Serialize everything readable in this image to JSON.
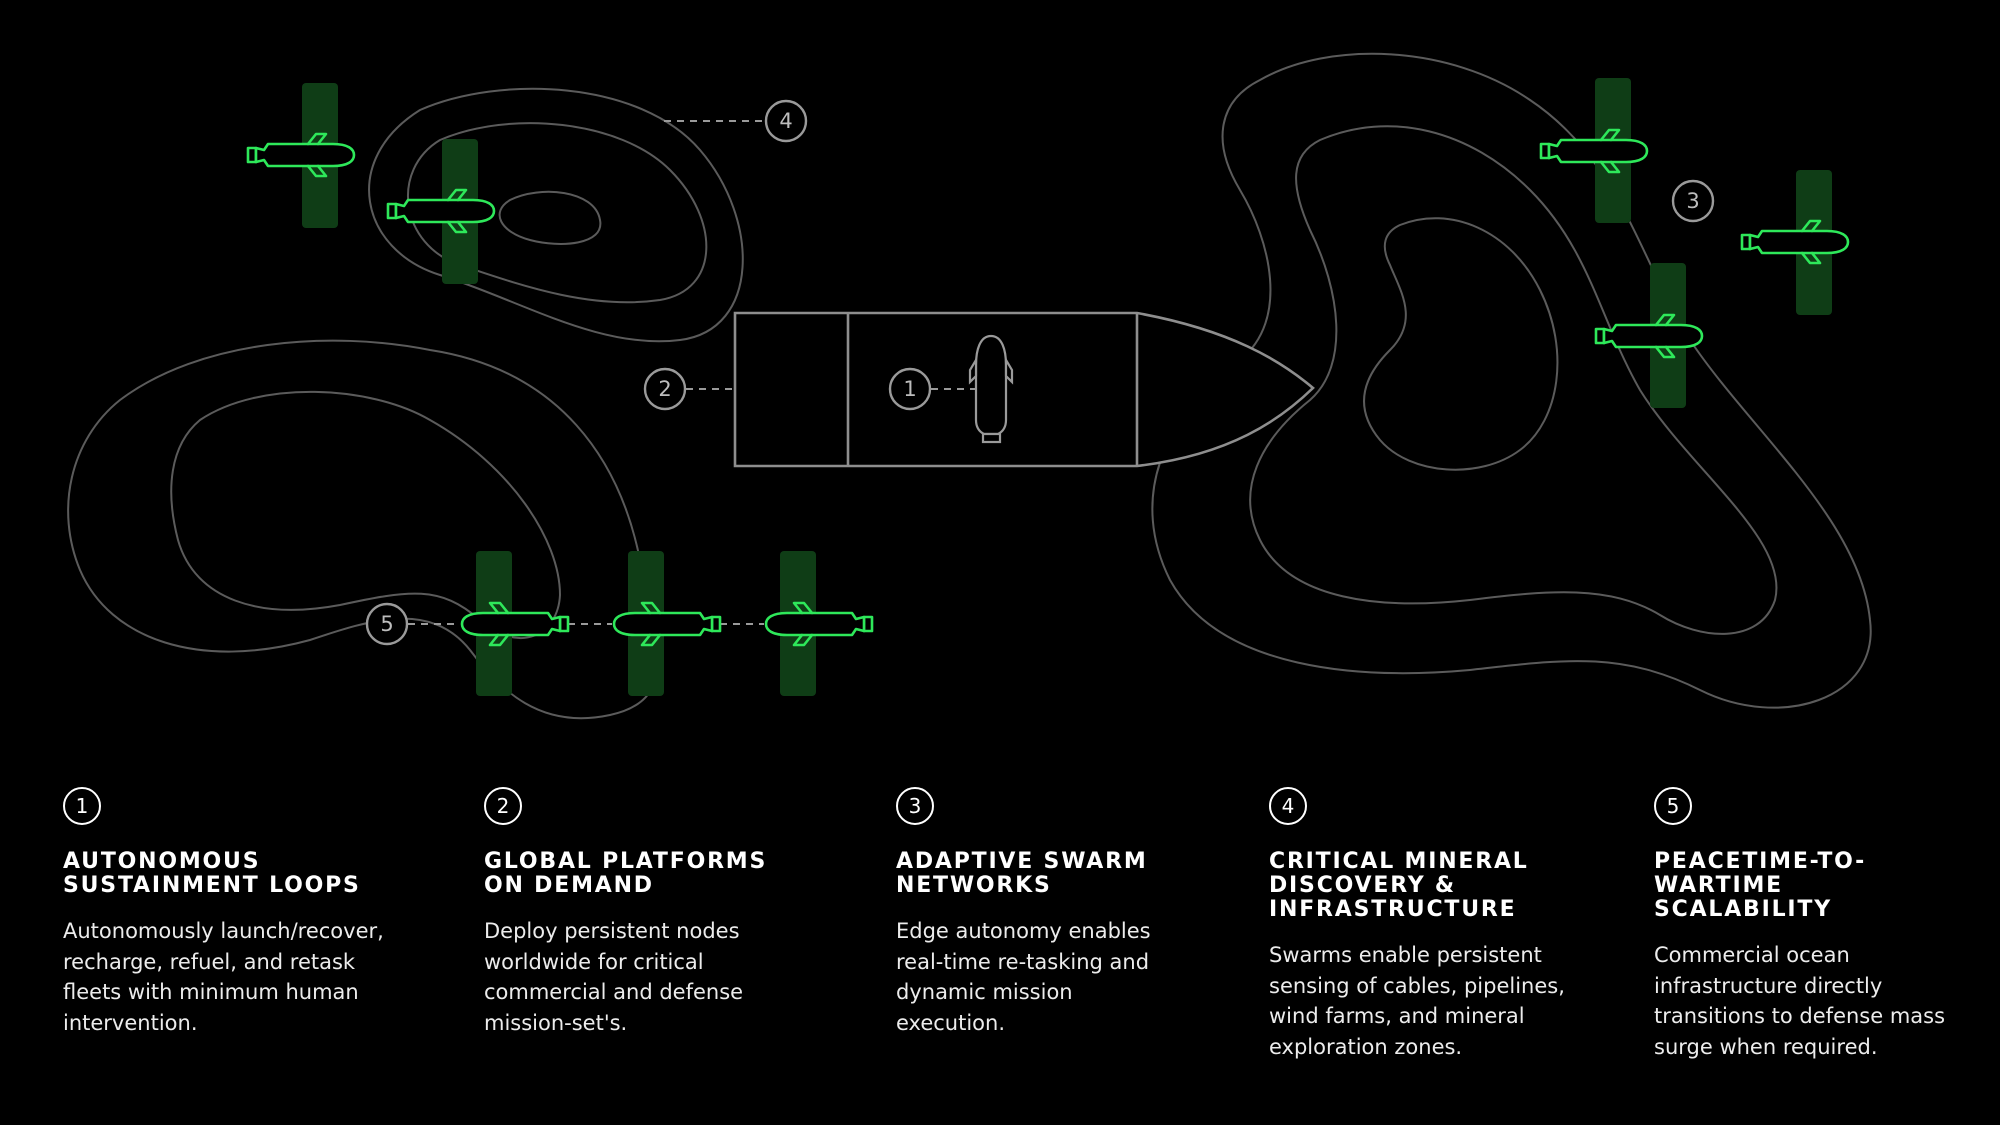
{
  "diagram": {
    "callouts": [
      "1",
      "2",
      "3",
      "4",
      "5"
    ]
  },
  "colors": {
    "background": "#000000",
    "accent_green": "#2ee85a",
    "glow_green": "#0f3d16",
    "contour_grey": "#5b5b5b"
  },
  "icons": {
    "vehicle": "auv-underwater-drone-icon",
    "mothership": "ship-hull-icon",
    "callout": "numbered-circle-icon"
  },
  "features": [
    {
      "number": "1",
      "title": "Autonomous\nSustainment Loops",
      "body": "Autonomously launch/recover,\nrecharge, refuel, and retask\nfleets with minimum human\nintervention."
    },
    {
      "number": "2",
      "title": "Global Platforms\non Demand",
      "body": "Deploy persistent nodes\nworldwide for critical\ncommercial and defense\nmission-set's."
    },
    {
      "number": "3",
      "title": "Adaptive Swarm\nNetworks",
      "body": "Edge autonomy enables\nreal-time re-tasking and\ndynamic mission\nexecution."
    },
    {
      "number": "4",
      "title": "Critical Mineral\nDiscovery &\nInfrastructure",
      "body": "Swarms enable persistent\nsensing of cables, pipelines,\nwind farms, and mineral\nexploration zones."
    },
    {
      "number": "5",
      "title": "Peacetime-to-\nWartime\nScalability",
      "body": "Commercial ocean\ninfrastructure directly\ntransitions to defense mass\nsurge when required."
    }
  ]
}
